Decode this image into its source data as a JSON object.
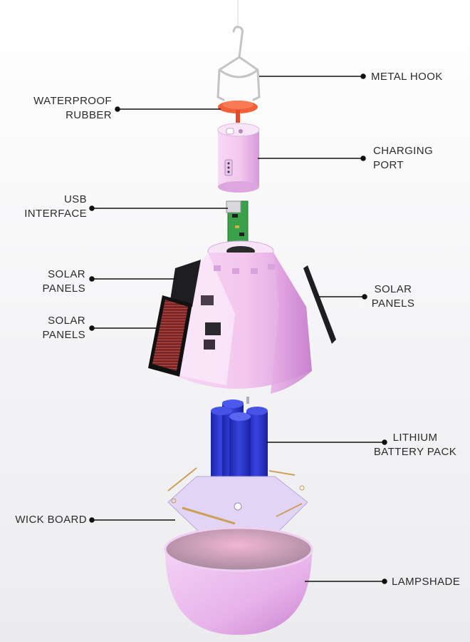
{
  "labels": {
    "metal_hook": [
      "METAL HOOK"
    ],
    "waterproof_rubber": [
      "WATERPROOF",
      "RUBBER"
    ],
    "charging_port": [
      "CHARGING",
      "PORT"
    ],
    "usb_interface": [
      "USB",
      "INTERFACE"
    ],
    "solar_panels_left_top": [
      "SOLAR",
      "PANELS"
    ],
    "solar_panels_left_bottom": [
      "SOLAR",
      "PANELS"
    ],
    "solar_panels_right": [
      "SOLAR",
      "PANELS"
    ],
    "lithium_battery_pack": [
      "LITHIUM",
      "BATTERY PACK"
    ],
    "wick_board": [
      "WICK BOARD"
    ],
    "lampshade": [
      "LAMPSHADE"
    ]
  },
  "colors": {
    "body_pink": "#f3c6ee",
    "body_shadow": "#cf8fd2",
    "battery_blue": "#2432c8",
    "rubber_orange": "#f2603a",
    "pcb_green": "#3aa14a",
    "panel_dark": "#1e1e22",
    "panel_red": "#8a2b2b",
    "leader_line": "#111111"
  }
}
